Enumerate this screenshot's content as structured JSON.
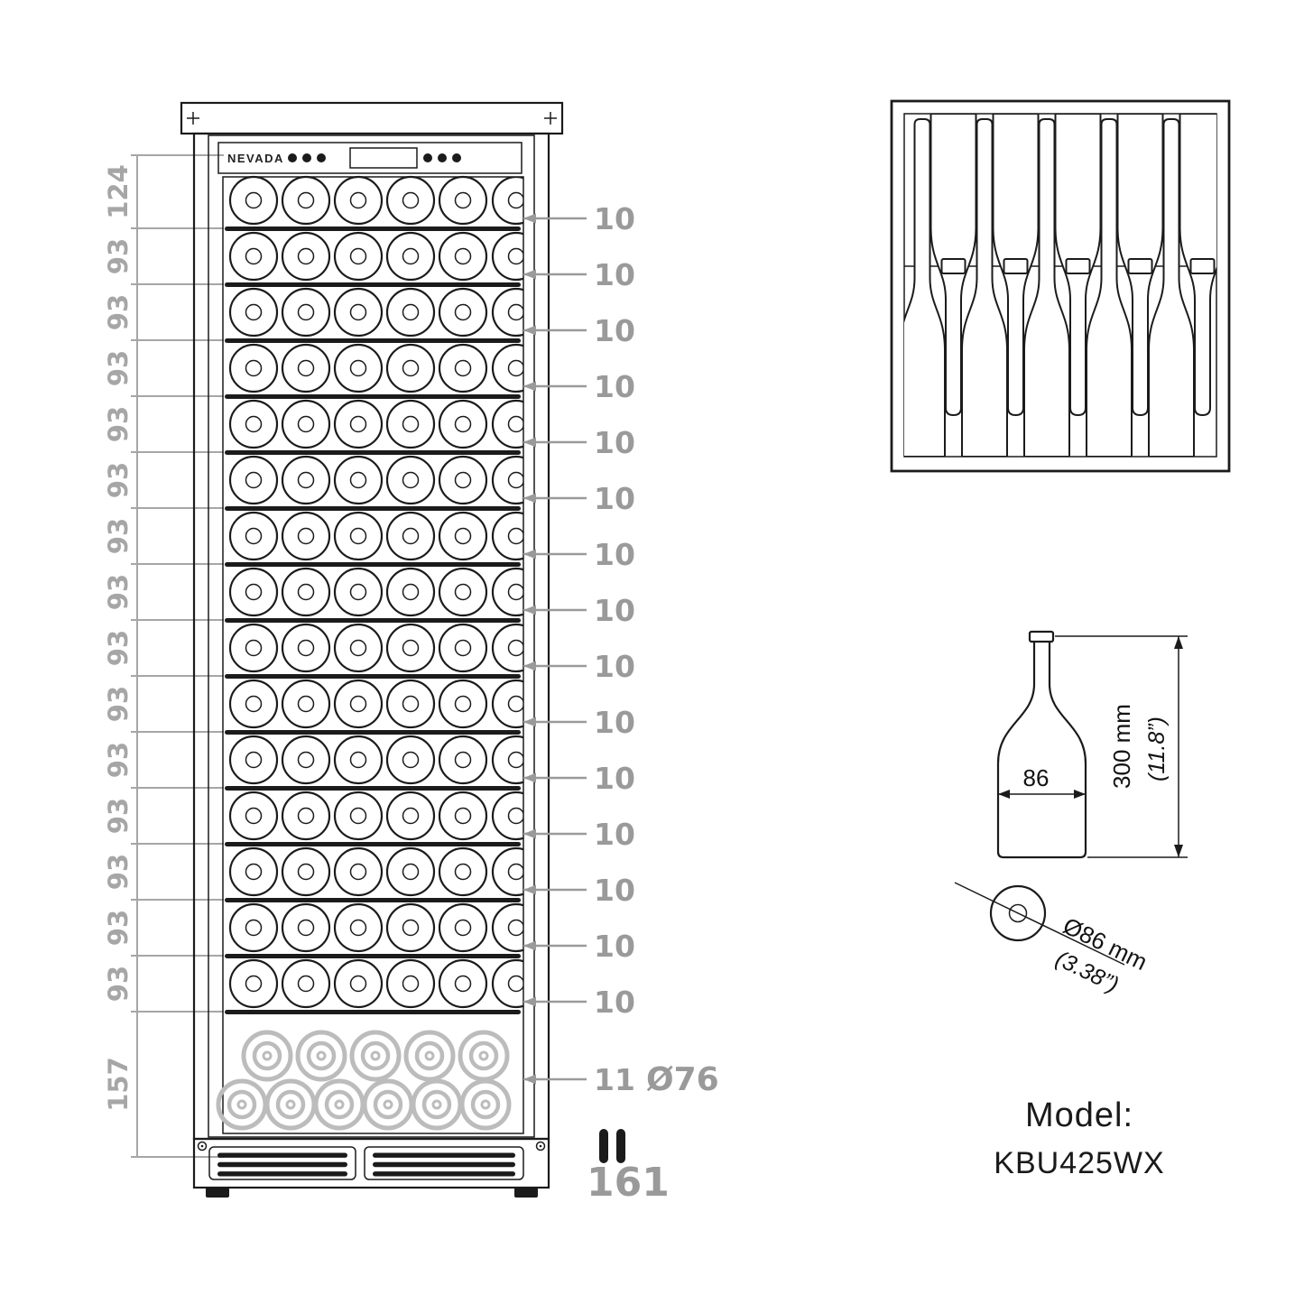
{
  "cabinet": {
    "brand": "NEVADA",
    "shelf_labels": [
      "10",
      "10",
      "10",
      "10",
      "10",
      "10",
      "10",
      "10",
      "10",
      "10",
      "10",
      "10",
      "10",
      "10",
      "10"
    ],
    "left_dims": [
      "124",
      "93",
      "93",
      "93",
      "93",
      "93",
      "93",
      "93",
      "93",
      "93",
      "93",
      "93",
      "93",
      "93",
      "93",
      "157"
    ],
    "bulk": {
      "label": "11",
      "bottle_diameter": "Ø76"
    },
    "depth_label": "161"
  },
  "bottle_dims": {
    "body_width": "86",
    "height_metric": "300 mm",
    "height_imperial": "(11.8”)",
    "diameter_metric": "Ø86 mm",
    "diameter_imperial": "(3.38”)"
  },
  "model": {
    "caption": "Model:",
    "number": "KBU425WX"
  }
}
